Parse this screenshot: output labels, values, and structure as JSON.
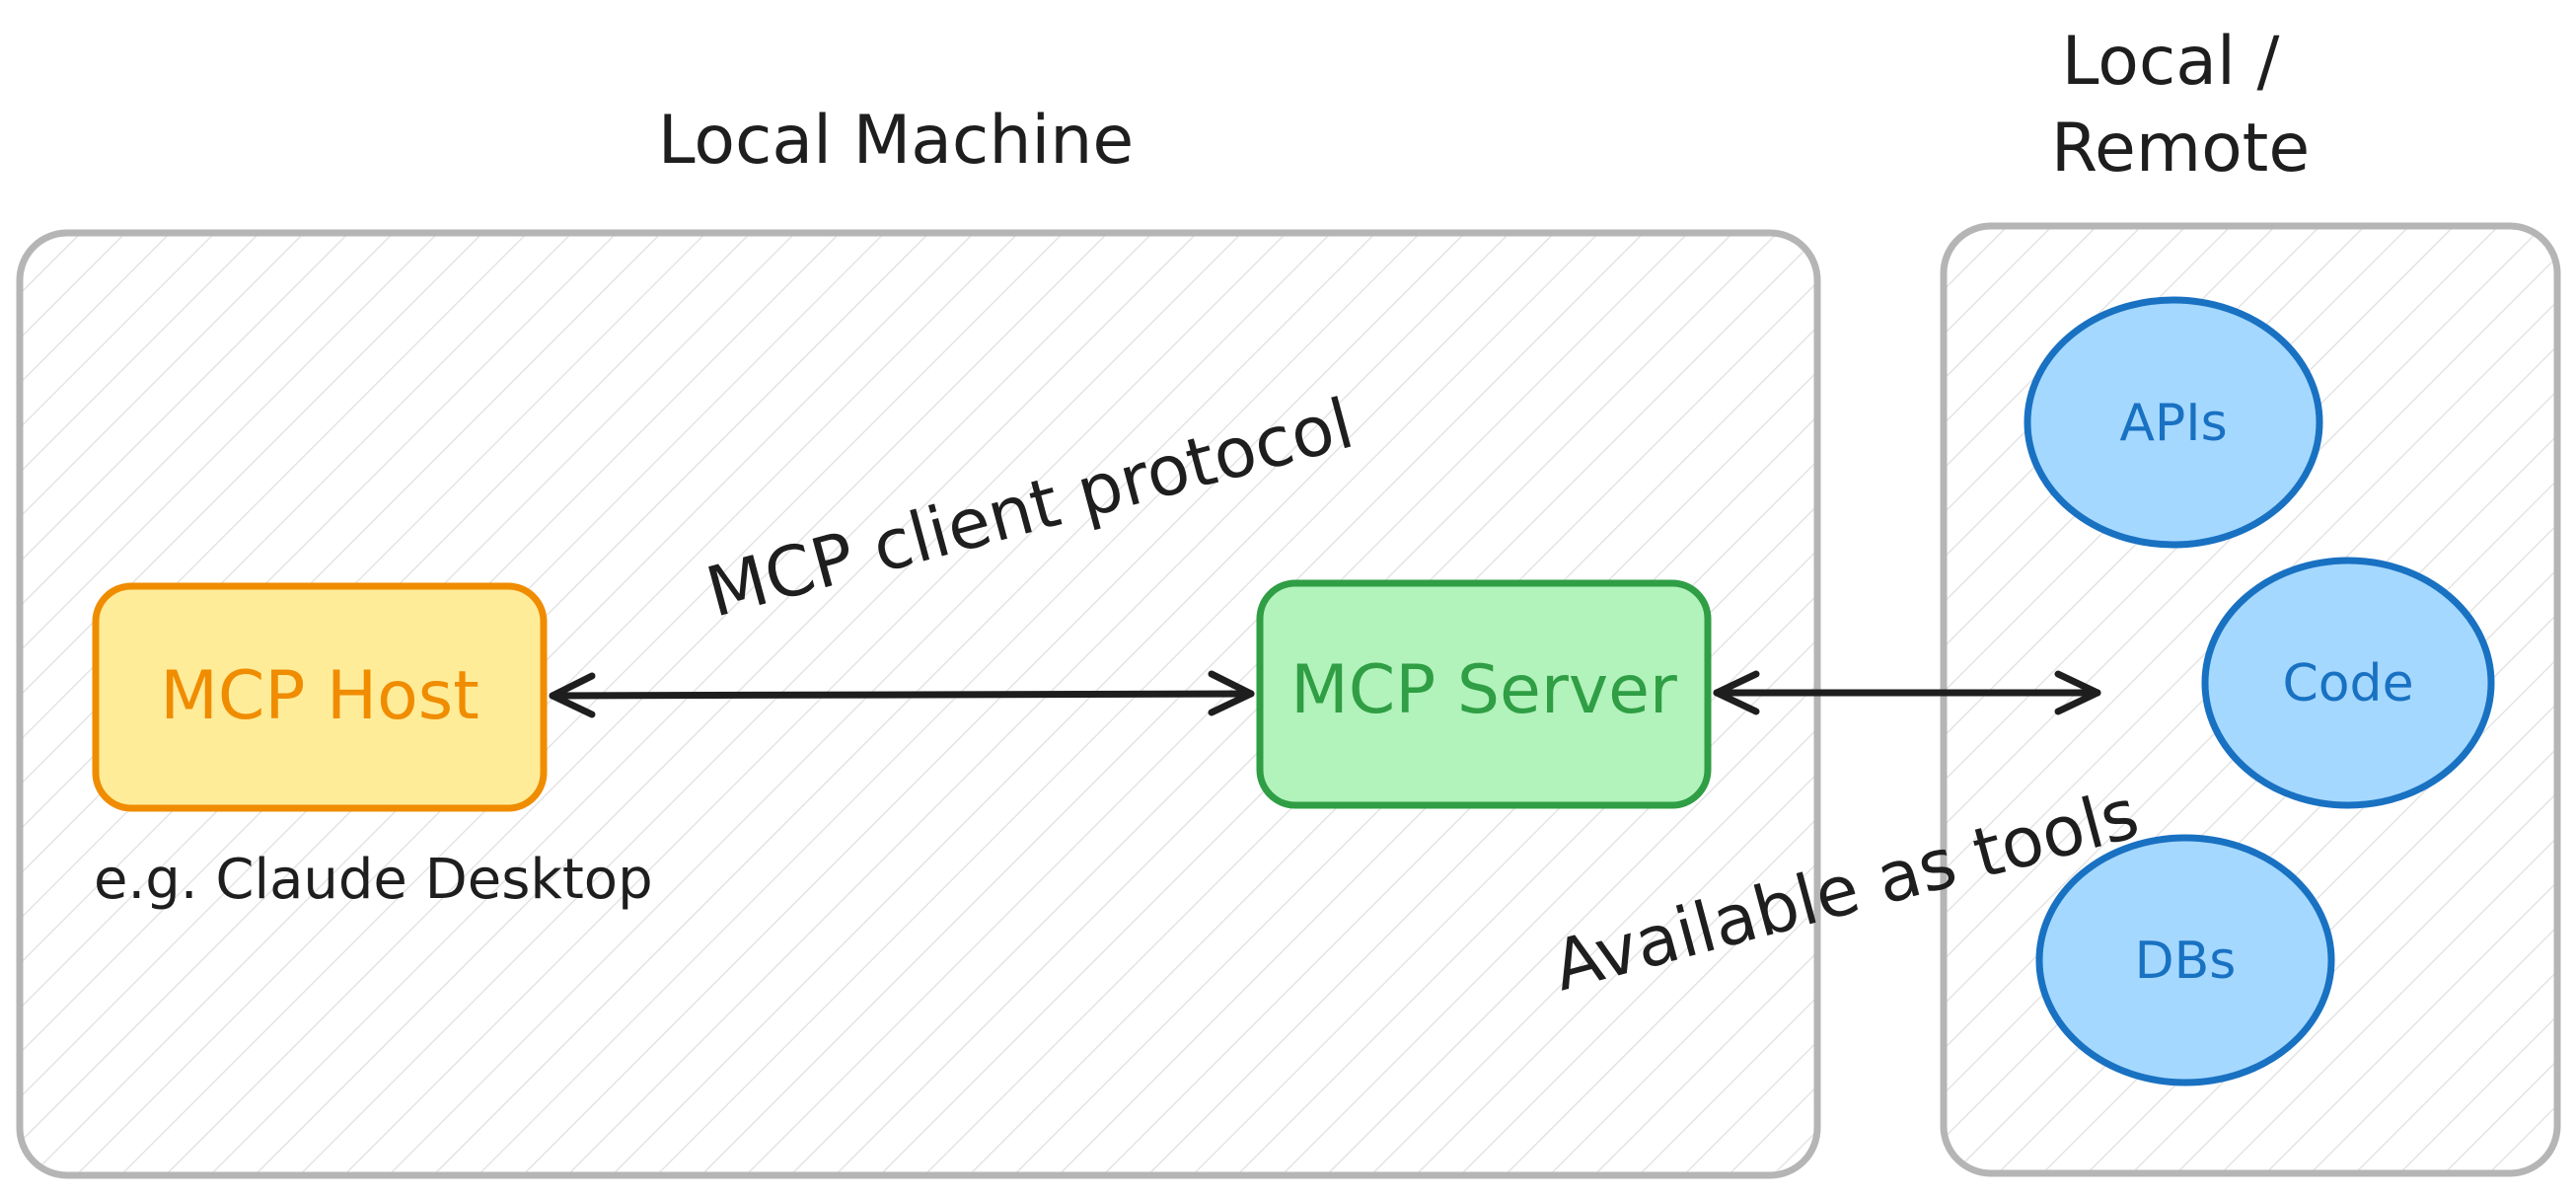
{
  "groups": {
    "local": {
      "title": "Local Machine"
    },
    "remote": {
      "title_line1": "Local /",
      "title_line2": "Remote"
    }
  },
  "nodes": {
    "host": {
      "label": "MCP Host",
      "caption": "e.g. Claude Desktop"
    },
    "server": {
      "label": "MCP Server"
    },
    "apis": {
      "label": "APIs"
    },
    "code": {
      "label": "Code"
    },
    "dbs": {
      "label": "DBs"
    }
  },
  "edges": {
    "host_server": {
      "label": "MCP client protocol"
    },
    "server_resources": {
      "label": "Available as tools"
    }
  },
  "colors": {
    "stroke_dark": "#1e1e1e",
    "group_border": "#b5b5b5",
    "hatch": "#e4e4e4",
    "host_fill": "#ffec99",
    "host_stroke": "#f08c00",
    "server_fill": "#b2f2bb",
    "server_stroke": "#2f9e44",
    "resource_fill": "#a5d8ff",
    "resource_stroke": "#1971c2"
  }
}
